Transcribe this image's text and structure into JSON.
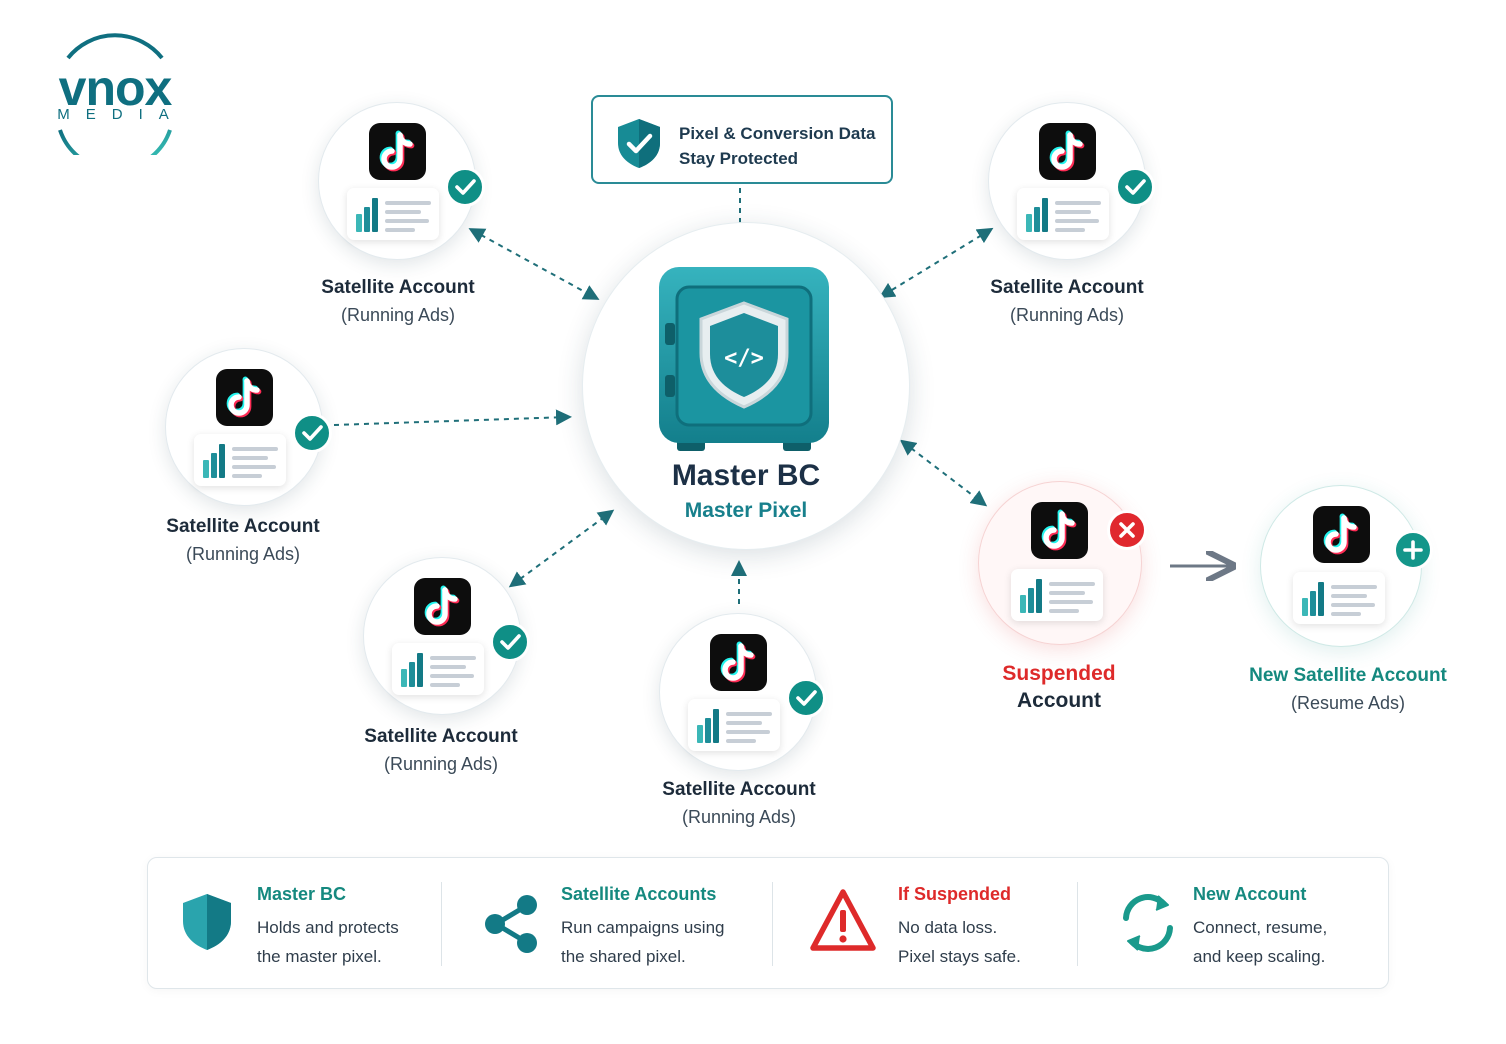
{
  "brand": {
    "name": "vnox",
    "sub": "MEDIA"
  },
  "colors": {
    "teal": "#14868f",
    "dark_teal": "#0f6f80",
    "red": "#de2a2a",
    "navy": "#1c3046"
  },
  "protected_note": {
    "line1": "Pixel & Conversion Data",
    "line2": "Stay Protected",
    "icon": "shield-check-icon"
  },
  "master": {
    "title": "Master BC",
    "subtitle": "Master Pixel",
    "icon": "safe-vault-icon"
  },
  "satellites": [
    {
      "title": "Satellite Account",
      "status": "(Running Ads)",
      "badge": "check-icon"
    },
    {
      "title": "Satellite Account",
      "status": "(Running Ads)",
      "badge": "check-icon"
    },
    {
      "title": "Satellite Account",
      "status": "(Running Ads)",
      "badge": "check-icon"
    },
    {
      "title": "Satellite Account",
      "status": "(Running Ads)",
      "badge": "check-icon"
    },
    {
      "title": "Satellite Account",
      "status": "(Running Ads)",
      "badge": "check-icon"
    }
  ],
  "suspended": {
    "title": "Suspended",
    "subtitle": "Account",
    "badge": "x-icon"
  },
  "new_account": {
    "title": "New Satellite Account",
    "status": "(Resume Ads)",
    "badge": "plus-icon"
  },
  "legend": [
    {
      "title": "Master BC",
      "line1": "Holds and protects",
      "line2": "the master pixel.",
      "icon": "shield-icon",
      "color": "#15897f"
    },
    {
      "title": "Satellite Accounts",
      "line1": "Run campaigns using",
      "line2": "the shared pixel.",
      "icon": "share-icon",
      "color": "#15897f"
    },
    {
      "title": "If Suspended",
      "line1": "No data loss.",
      "line2": "Pixel stays safe.",
      "icon": "warning-icon",
      "color": "#de2a2a"
    },
    {
      "title": "New Account",
      "line1": "Connect, resume,",
      "line2": "and keep scaling.",
      "icon": "refresh-icon",
      "color": "#15897f"
    }
  ]
}
